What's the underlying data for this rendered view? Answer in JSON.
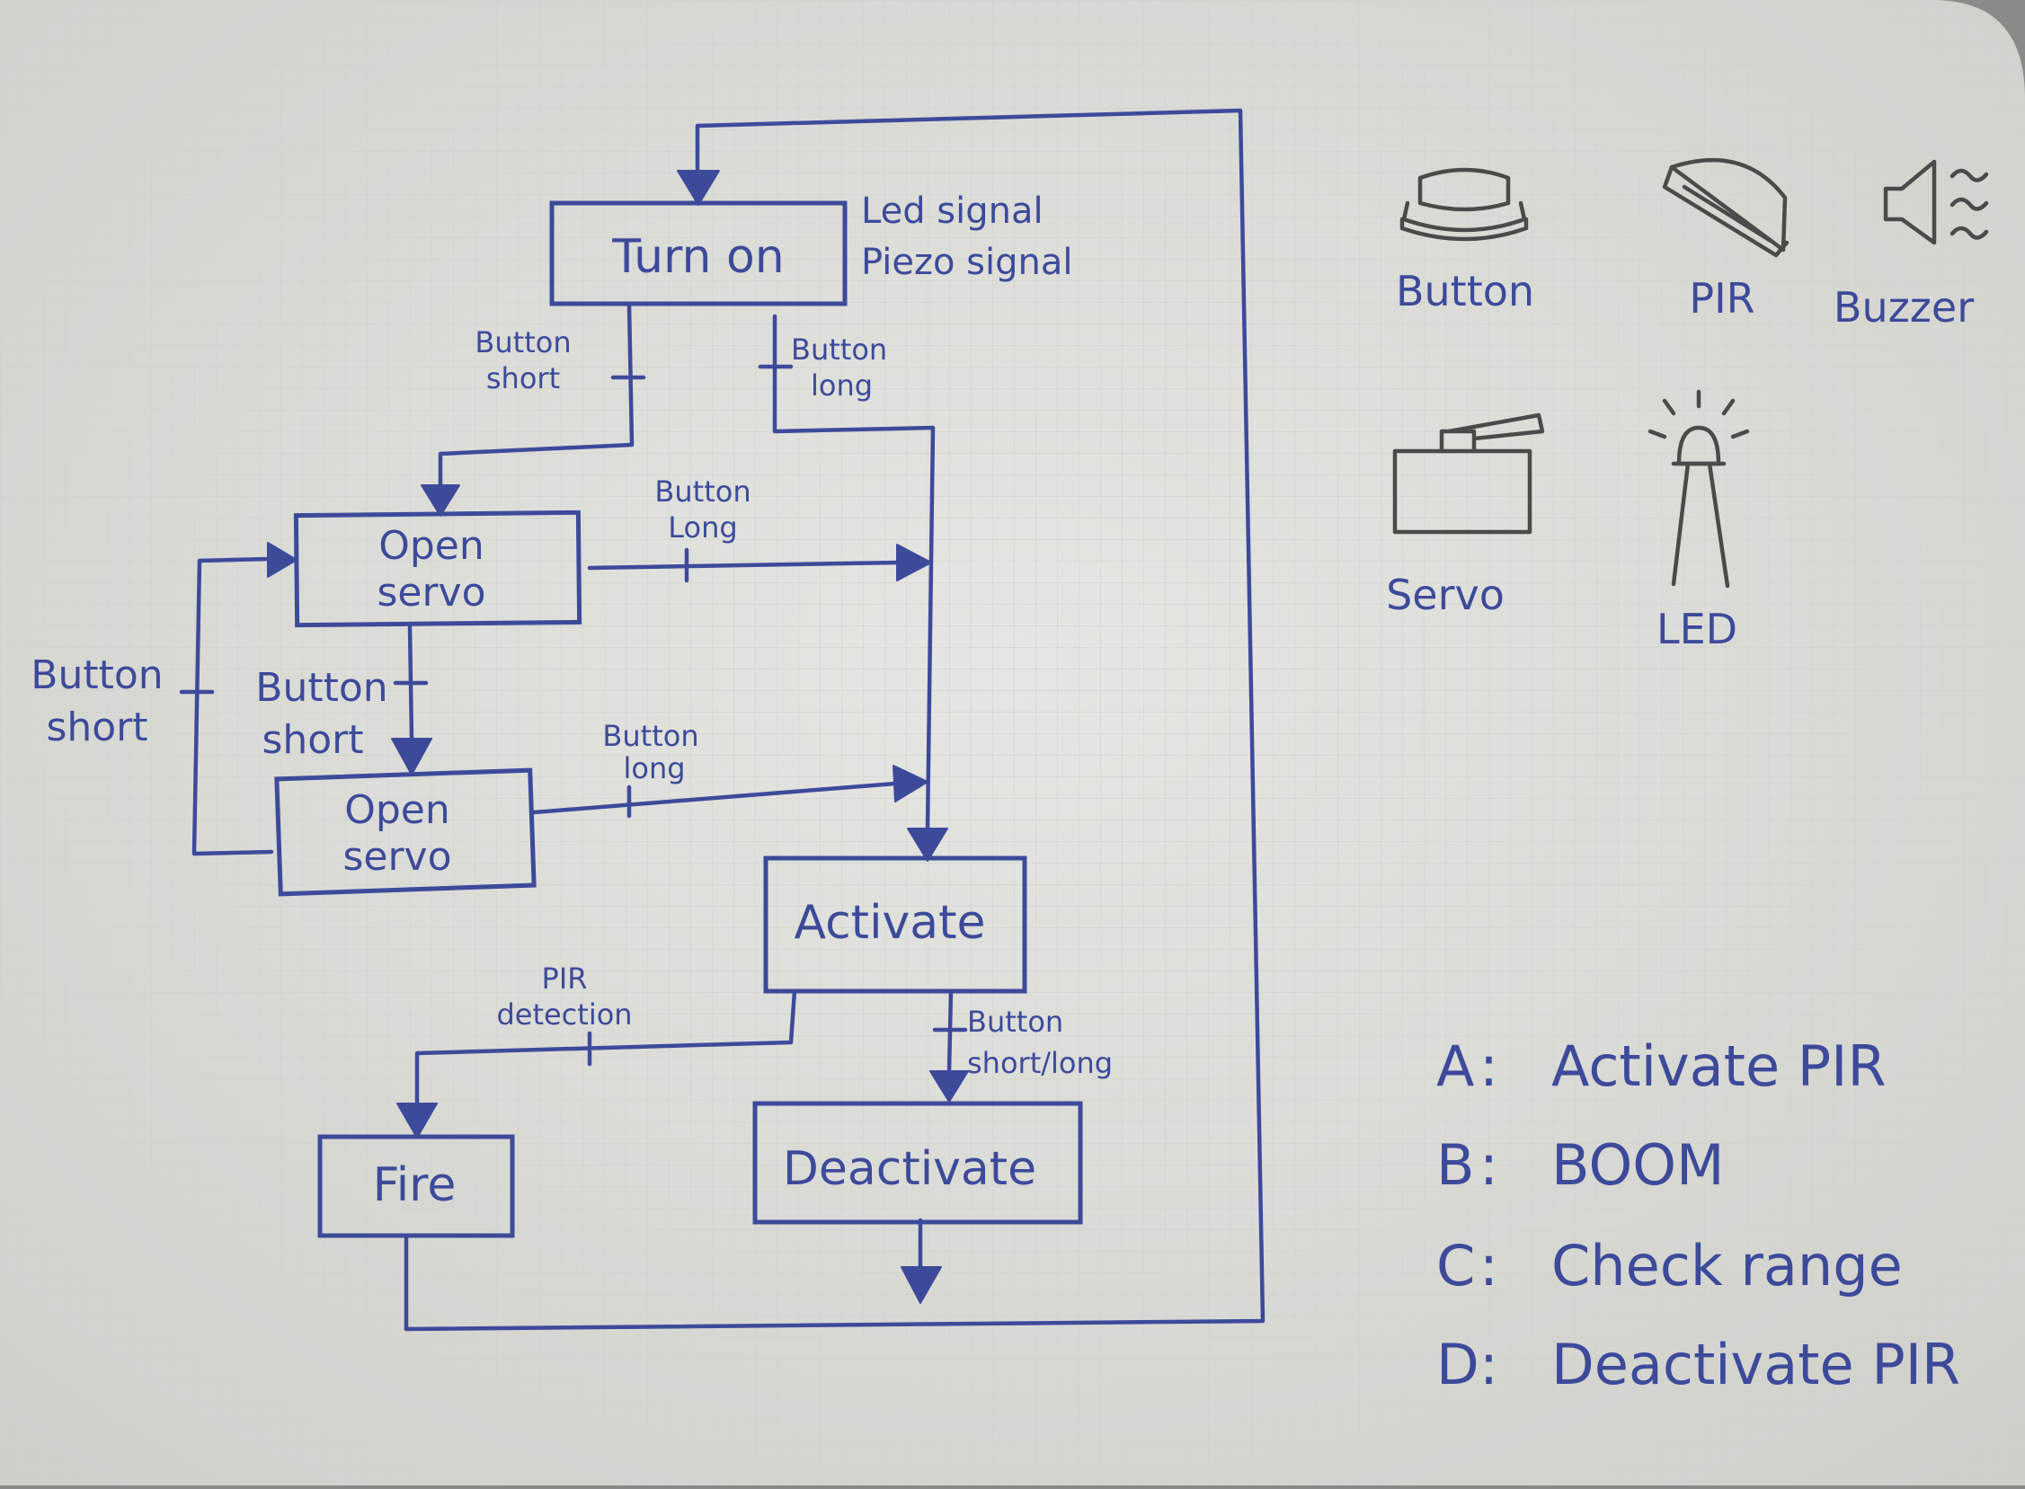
{
  "nodes": {
    "turn_on": "Turn on",
    "open_servo_1": [
      "Open",
      "servo"
    ],
    "open_servo_2": [
      "Open",
      "servo"
    ],
    "activate": "Activate",
    "fire": "Fire",
    "deactivate": "Deactivate"
  },
  "notes": {
    "turn_on_signals": [
      "Led signal",
      "Piezo signal"
    ]
  },
  "edges": {
    "turn_on_short": [
      "Button",
      "short"
    ],
    "turn_on_long": [
      "Button",
      "long"
    ],
    "servo1_long": [
      "Button",
      "Long"
    ],
    "servo1_short": [
      "Button",
      "short"
    ],
    "loop_short": [
      "Button",
      "short"
    ],
    "servo2_long": [
      "Button",
      "long"
    ],
    "pir": [
      "PIR",
      "detection"
    ],
    "activate_button": [
      "Button",
      "short/long"
    ]
  },
  "components": {
    "button": "Button",
    "pir": "PIR",
    "buzzer": "Buzzer",
    "servo": "Servo",
    "led": "LED"
  },
  "legend": [
    {
      "key": "A",
      "sep": ":",
      "text": "Activate PIR"
    },
    {
      "key": "B",
      "sep": ":",
      "text": "BOOM"
    },
    {
      "key": "C",
      "sep": ":",
      "text": "Check range"
    },
    {
      "key": "D",
      "sep": ":",
      "text": "Deactivate PIR"
    }
  ]
}
